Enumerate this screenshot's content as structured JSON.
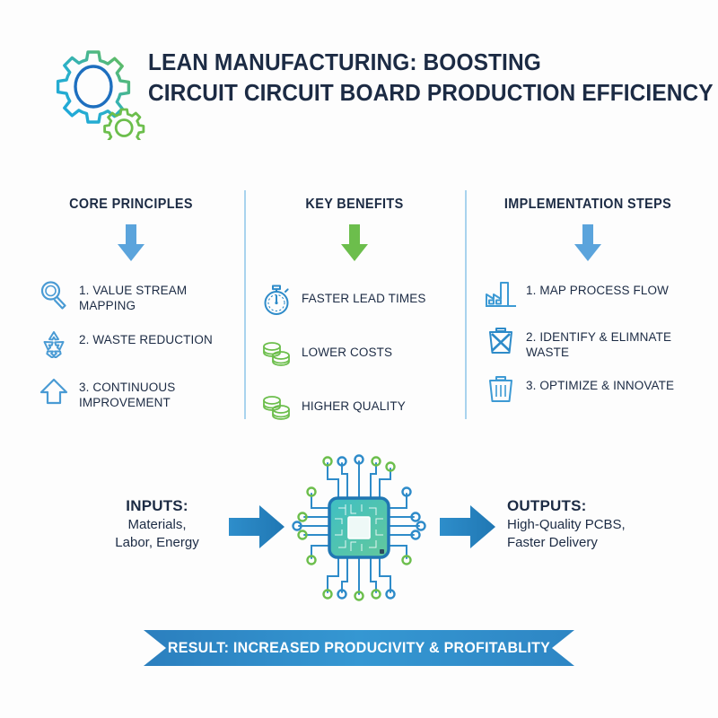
{
  "header": {
    "logo_icon": "gears-icon",
    "title_line1": "LEAN MANUFACTURING: BOOSTING",
    "title_line2": "CIRCUIT CIRCUIT BOARD PRODUCTION EFFICIENCY"
  },
  "colors": {
    "title_navy": "#1C2B44",
    "light_blue": "#5BA4DC",
    "green": "#6CBE4C",
    "flow_blue": "#2B8CC4",
    "banner_blue": "#2C8AC4",
    "divider": "#A9D3EE",
    "icon_blue": "#4A9BD4",
    "chip_teal": "#45BFB0",
    "background": "#FDFDFD"
  },
  "columns": [
    {
      "heading": "CORE PRINCIPLES",
      "arrow_icon": "arrow-down-icon",
      "arrow_color": "#5BA4DC",
      "items": [
        {
          "icon": "magnifier-icon",
          "icon_color": "#4A9BD4",
          "label": "1. VALUE STREAM MAPPING"
        },
        {
          "icon": "recycle-icon",
          "icon_color": "#4A9BD4",
          "label": "2. WASTE REDUCTION"
        },
        {
          "icon": "arrow-up-icon",
          "icon_color": "#4A9BD4",
          "label": "3. CONTINUOUS IMPROVEMENT"
        }
      ]
    },
    {
      "heading": "KEY BENEFITS",
      "arrow_icon": "arrow-down-icon",
      "arrow_color": "#6CBE4C",
      "items": [
        {
          "icon": "stopwatch-icon",
          "icon_color": "#2E8BC9",
          "label": "FASTER LEAD TIMES"
        },
        {
          "icon": "coins-icon",
          "icon_color": "#6CBE4C",
          "label": "LOWER COSTS"
        },
        {
          "icon": "coins-icon",
          "icon_color": "#6CBE4C",
          "label": "HIGHER QUALITY"
        }
      ]
    },
    {
      "heading": "IMPLEMENTATION STEPS",
      "arrow_icon": "arrow-down-icon",
      "arrow_color": "#5BA4DC",
      "items": [
        {
          "icon": "factory-icon",
          "icon_color": "#3D9AD4",
          "label": "1. MAP PROCESS FLOW"
        },
        {
          "icon": "no-waste-bin-icon",
          "icon_color": "#2E8BC9",
          "label": "2. IDENTIFY & ELIMNATE WASTE"
        },
        {
          "icon": "trash-bin-icon",
          "icon_color": "#3D9AD4",
          "label": "3. OPTIMIZE & INNOVATE"
        }
      ]
    }
  ],
  "flow": {
    "inputs_title": "INPUTS:",
    "inputs_line1": "Materials,",
    "inputs_line2": "Labor, Energy",
    "arrow_left_icon": "arrow-right-icon",
    "center_icon": "microchip-circuit-icon",
    "arrow_right_icon": "arrow-right-icon",
    "outputs_title": "OUTPUTS:",
    "outputs_line1": "High-Quality PCBS,",
    "outputs_line2": "Faster Delivery"
  },
  "banner": {
    "text": "RESULT: INCREASED PRODUCIVITY & PROFITABLITY"
  }
}
